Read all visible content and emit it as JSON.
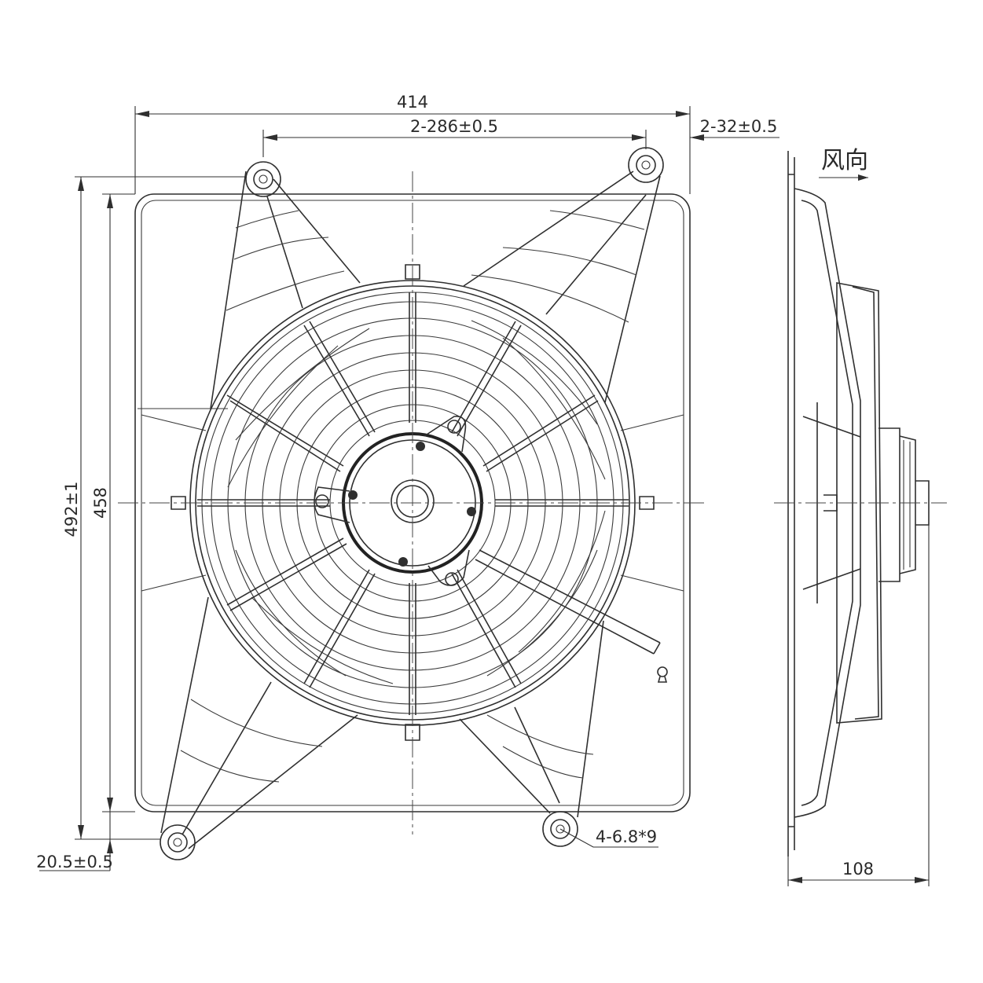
{
  "dimensions": {
    "overall_width": "414",
    "hole_spacing": "2-286±0.5",
    "hole_offset": "2-32±0.5",
    "overall_height": "492±1",
    "frame_height": "458",
    "bottom_offset": "20.5±0.5",
    "mounting_holes": "4-6.8*9",
    "depth": "108"
  },
  "annotations": {
    "airflow_label": "风向"
  }
}
